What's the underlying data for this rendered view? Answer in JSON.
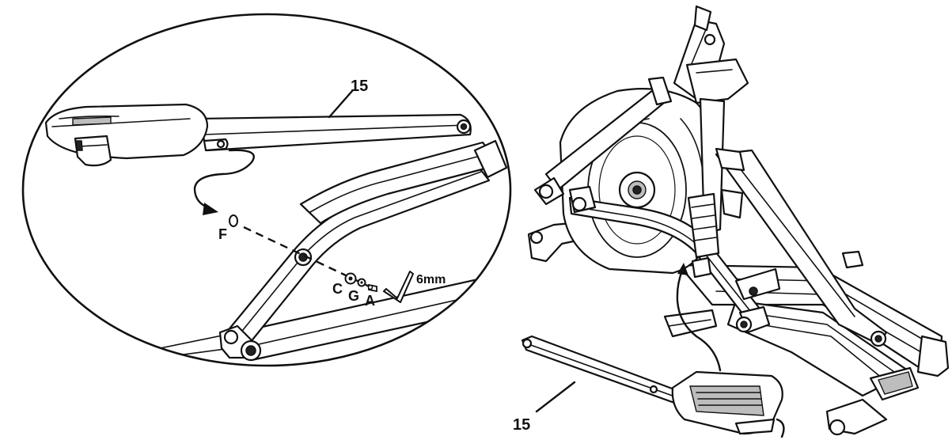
{
  "detail_view": {
    "labels": {
      "arm_part": "15",
      "part_f": "F",
      "part_c": "C",
      "part_g": "G",
      "part_a": "A",
      "tool": "6mm"
    }
  },
  "overview": {
    "labels": {
      "arm_part": "15"
    }
  }
}
